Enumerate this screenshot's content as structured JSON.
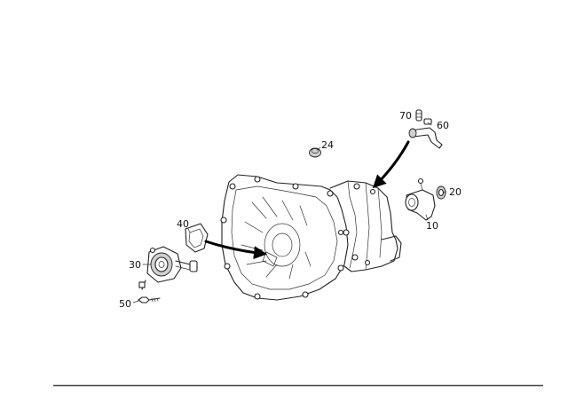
{
  "callouts": {
    "p70": "70",
    "p60": "60",
    "p24": "24",
    "p20": "20",
    "p10": "10",
    "p40": "40",
    "p30": "30",
    "p50": "50"
  }
}
